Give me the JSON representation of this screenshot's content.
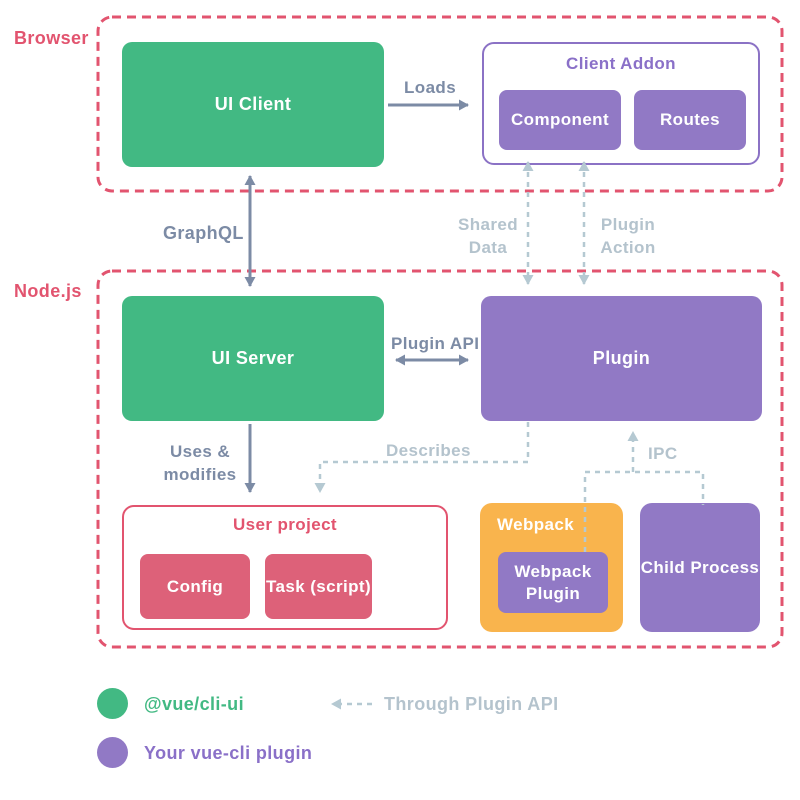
{
  "colors": {
    "green": "#42b983",
    "purple": "#9179c5",
    "purple-border": "#8b72c5",
    "purple-text": "#8a70c8",
    "pink": "#dd6179",
    "red": "#e2546f",
    "yellow": "#f9b44d",
    "arrow": "#7c8ba5",
    "arrow-light": "#b5c9d2",
    "label-light": "#b4c3cd"
  },
  "sections": {
    "browser": {
      "label": "Browser"
    },
    "nodejs": {
      "label": "Node.js"
    }
  },
  "nodes": {
    "ui_client": "UI Client",
    "client_addon": "Client Addon",
    "component": "Component",
    "routes": "Routes",
    "ui_server": "UI Server",
    "plugin": "Plugin",
    "user_project": "User project",
    "config": "Config",
    "task": "Task (script)",
    "webpack": "Webpack",
    "webpack_plugin": "Webpack Plugin",
    "child_process": "Child Process"
  },
  "edges": {
    "loads": "Loads",
    "graphql": "GraphQL",
    "shared_data": "Shared Data",
    "plugin_action": "Plugin Action",
    "plugin_api": "Plugin API",
    "uses_modifies": "Uses & modifies",
    "describes": "Describes",
    "ipc": "IPC"
  },
  "legend": {
    "vue_cli_ui": "@vue/cli-ui",
    "your_plugin": "Your vue-cli plugin",
    "through_plugin_api": "Through Plugin API"
  }
}
